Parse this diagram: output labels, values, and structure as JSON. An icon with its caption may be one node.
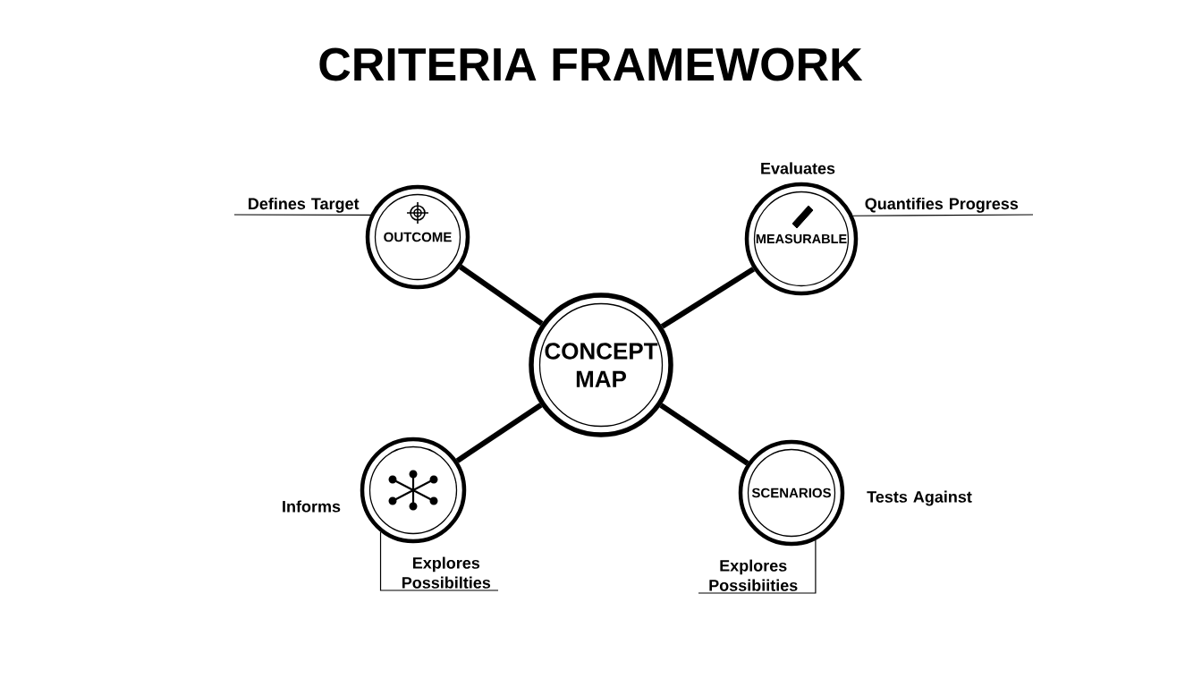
{
  "diagram": {
    "title": "CRITERIA FRAMEWORK",
    "nodes": [
      {
        "text": [
          "CONCEPT MAP"
        ]
      },
      {
        "text": [
          "OUTCOME"
        ]
      },
      {
        "text": [
          "MEASURABLE"
        ],
        "beside": [
          "Evaluates"
        ]
      },
      {
        "text": [],
        "shape": "circle",
        "beside": [
          "Informs"
        ]
      },
      {
        "text": [
          "SCENARIOS"
        ],
        "beside": [
          "Tests Against"
        ]
      },
      {
        "text": [
          "Defines Target"
        ]
      },
      {
        "text": [
          "Quantifies Progress"
        ]
      },
      {
        "text": [
          "Explores Possibilties"
        ]
      },
      {
        "text": [
          "Explores Possibiities"
        ]
      }
    ],
    "edges": [
      {
        "from": 0,
        "to": 1,
        "arrow": "none",
        "style": "thick"
      },
      {
        "from": 0,
        "to": 2,
        "arrow": "none",
        "style": "thick"
      },
      {
        "from": 0,
        "to": 3,
        "arrow": "none",
        "style": "thick"
      },
      {
        "from": 0,
        "to": 4,
        "arrow": "none",
        "style": "thick"
      },
      {
        "from": 5,
        "to": 1,
        "arrow": "none"
      },
      {
        "from": 6,
        "to": 2,
        "arrow": "none"
      },
      {
        "from": 7,
        "to": 3,
        "arrow": "none"
      },
      {
        "from": 8,
        "to": 4,
        "arrow": "none"
      }
    ]
  }
}
